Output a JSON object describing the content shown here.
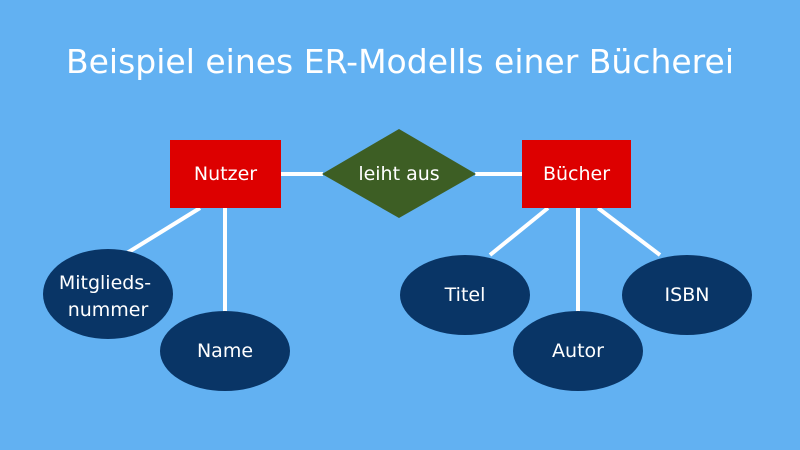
{
  "title": "Beispiel eines ER-Modells einer Bücherei",
  "colors": {
    "background": "#62b1f2",
    "entity": "#dd0000",
    "relationship": "#3d5e24",
    "attribute": "#093566",
    "connector": "#ffffff",
    "text": "#ffffff"
  },
  "entities": {
    "user": "Nutzer",
    "books": "Bücher"
  },
  "relationship": "leiht aus",
  "attributes": {
    "member_number_line1": "Mitglieds-",
    "member_number_line2": "nummer",
    "name": "Name",
    "title": "Titel",
    "author": "Autor",
    "isbn": "ISBN"
  }
}
